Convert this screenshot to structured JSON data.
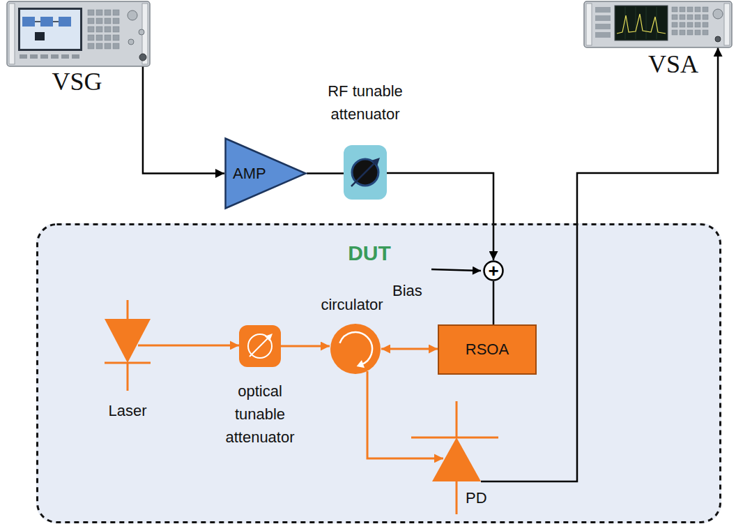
{
  "diagram": {
    "nodes": [
      {
        "text": [
          "VSG"
        ]
      },
      {
        "text": [
          "VSA"
        ]
      },
      {
        "text": [
          "AMP"
        ]
      },
      {
        "text": [
          "RF tunable attenuator"
        ]
      },
      {
        "text": [
          "DUT"
        ]
      },
      {
        "text": [
          "+"
        ],
        "in": 4
      },
      {
        "text": [
          "Laser"
        ],
        "in": 4
      },
      {
        "text": [
          "optical tunable attenuator"
        ],
        "in": 4
      },
      {
        "text": [
          "circulator"
        ],
        "in": 4
      },
      {
        "text": [
          "RSOA"
        ],
        "in": 4
      },
      {
        "text": [
          "PD"
        ],
        "in": 4
      }
    ],
    "edges": [
      {
        "from": 0,
        "to": 2,
        "arrow": "to"
      },
      {
        "from": 2,
        "to": 3,
        "arrow": "none"
      },
      {
        "from": 3,
        "to": 5,
        "arrow": "to"
      },
      {
        "from": 5,
        "to": 9,
        "arrow": "none"
      },
      {
        "from": 6,
        "to": 7,
        "arrow": "to"
      },
      {
        "from": 7,
        "to": 8,
        "arrow": "to"
      },
      {
        "from": 8,
        "to": 9,
        "arrow": "both"
      },
      {
        "from": 8,
        "to": 10,
        "arrow": "to"
      },
      {
        "from": 10,
        "to": 1,
        "arrow": "to"
      }
    ],
    "labels": [
      "Bias"
    ]
  }
}
